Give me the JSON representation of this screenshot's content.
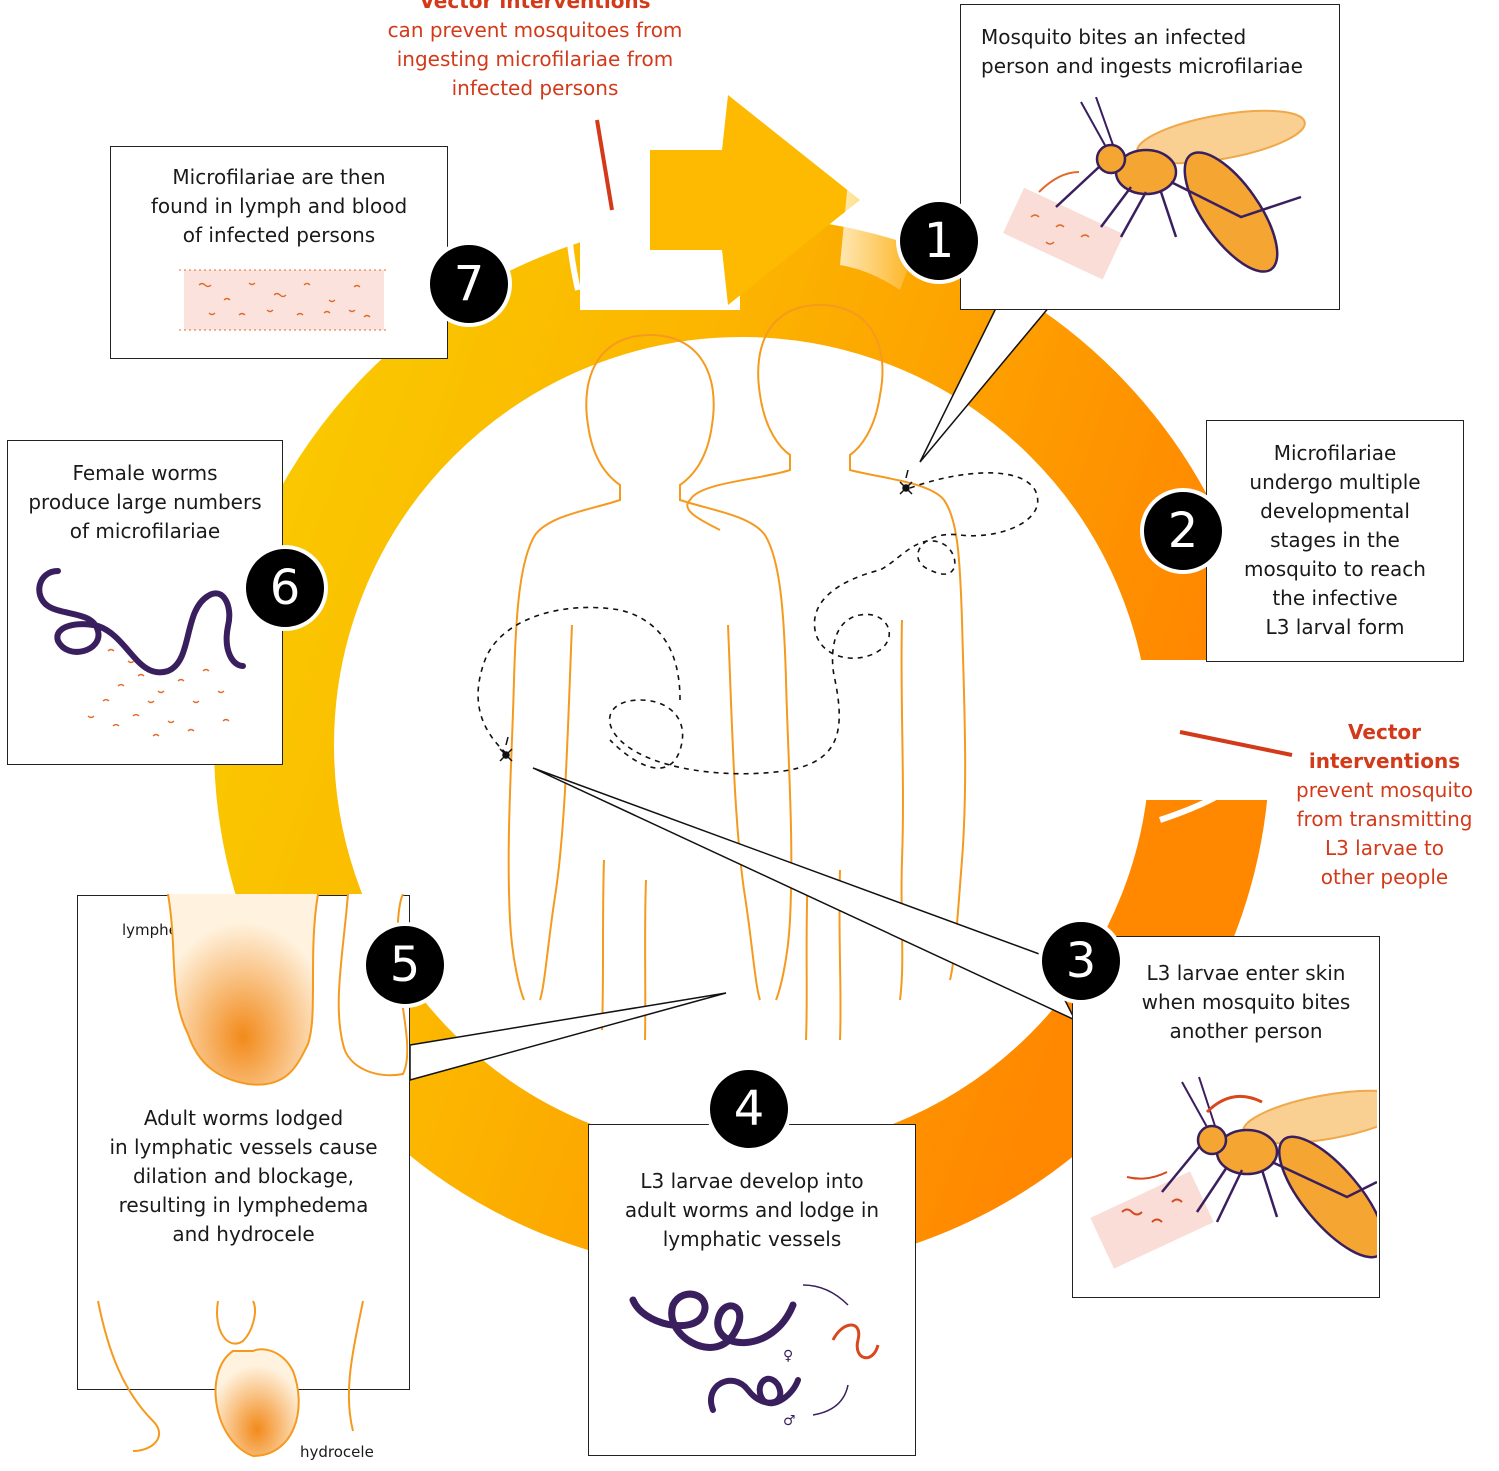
{
  "colors": {
    "cycle_yellow": "#f7c600",
    "cycle_orange": "#ff8a00",
    "body_outline": "#f59a1f",
    "worm_purple": "#3a1f5e",
    "larva_red": "#d9471c",
    "note_red": "#d23a1a",
    "badge_bg": "#000000",
    "box_border": "#222222"
  },
  "top_note": {
    "bold": "Vector interventions",
    "rest": "can prevent mosquitoes from\ningesting microfilariae from\ninfected persons"
  },
  "right_note": {
    "bold": "Vector\ninterventions",
    "rest": "prevent mosquito\nfrom transmitting\nL3 larvae to\nother people"
  },
  "steps": [
    {
      "number": "1",
      "text": "Mosquito bites an infected\nperson and ingests microfilariae",
      "icon": "mosquito-feeding-icon"
    },
    {
      "number": "2",
      "text": "Microfilariae\nundergo multiple\ndevelopmental\nstages in the\nmosquito to reach\nthe infective\nL3 larval form"
    },
    {
      "number": "3",
      "text": "L3 larvae enter skin\nwhen mosquito bites\nanother person",
      "icon": "mosquito-biting-icon"
    },
    {
      "number": "4",
      "text": "L3 larvae develop into\nadult worms and lodge in\nlymphatic vessels",
      "icon": "adult-worms-icon"
    },
    {
      "number": "5",
      "text": "Adult worms lodged\nin lymphatic vessels cause\ndilation and blockage,\nresulting in lymphedema\nand hydrocele",
      "labels": {
        "upper": "lymphedema",
        "lower": "hydrocele"
      }
    },
    {
      "number": "6",
      "text": "Female worms\nproduce large numbers\nof microfilariae",
      "icon": "female-worm-icon"
    },
    {
      "number": "7",
      "text": "Microfilariae are then\nfound in lymph and blood\nof infected persons",
      "icon": "blood-sample-icon"
    }
  ]
}
